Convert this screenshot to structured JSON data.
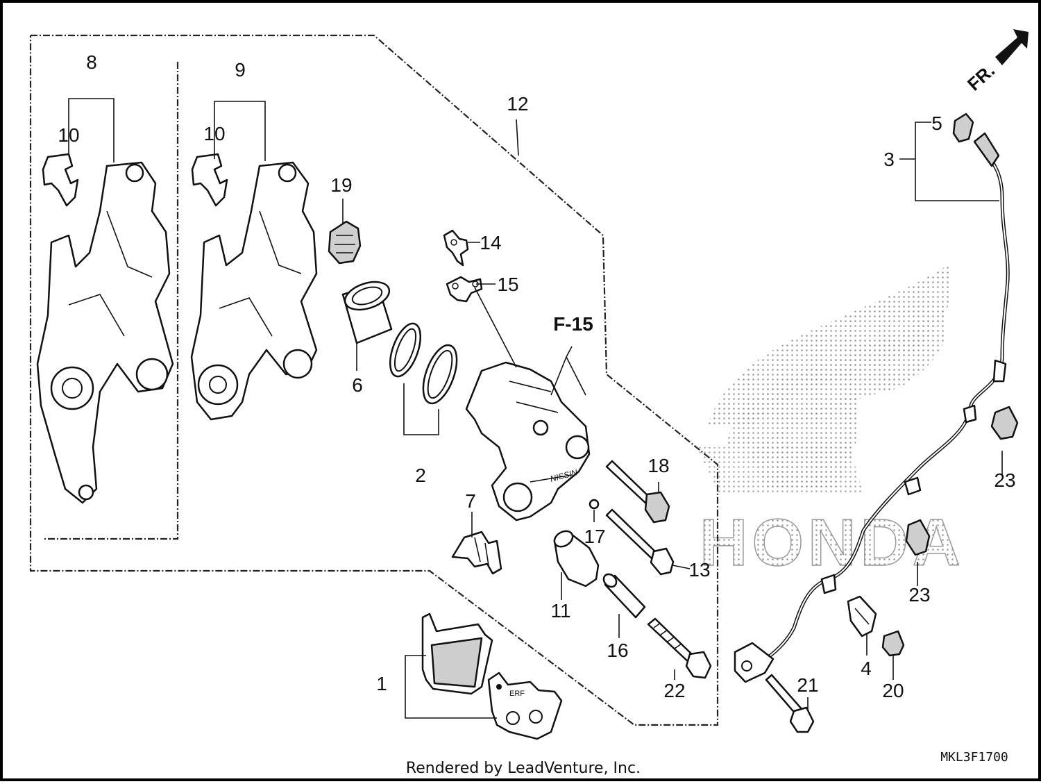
{
  "diagram": {
    "callouts": [
      {
        "id": "c1",
        "text": "1"
      },
      {
        "id": "c2",
        "text": "2"
      },
      {
        "id": "c3",
        "text": "3"
      },
      {
        "id": "c4",
        "text": "4"
      },
      {
        "id": "c5",
        "text": "5"
      },
      {
        "id": "c6",
        "text": "6"
      },
      {
        "id": "c7",
        "text": "7"
      },
      {
        "id": "c8",
        "text": "8"
      },
      {
        "id": "c9",
        "text": "9"
      },
      {
        "id": "c10a",
        "text": "10"
      },
      {
        "id": "c10b",
        "text": "10"
      },
      {
        "id": "c11",
        "text": "11"
      },
      {
        "id": "c12",
        "text": "12"
      },
      {
        "id": "c13",
        "text": "13"
      },
      {
        "id": "c14",
        "text": "14"
      },
      {
        "id": "c15",
        "text": "15"
      },
      {
        "id": "c16",
        "text": "16"
      },
      {
        "id": "c17",
        "text": "17"
      },
      {
        "id": "c18",
        "text": "18"
      },
      {
        "id": "c19",
        "text": "19"
      },
      {
        "id": "c20",
        "text": "20"
      },
      {
        "id": "c21",
        "text": "21"
      },
      {
        "id": "c22",
        "text": "22"
      },
      {
        "id": "c23a",
        "text": "23"
      },
      {
        "id": "c23b",
        "text": "23"
      }
    ],
    "reference_label": "F-15",
    "front_indicator": "FR.",
    "watermark_brand": "HONDA",
    "diagram_code": "MKL3F1700",
    "credit": "Rendered by LeadVenture, Inc."
  }
}
